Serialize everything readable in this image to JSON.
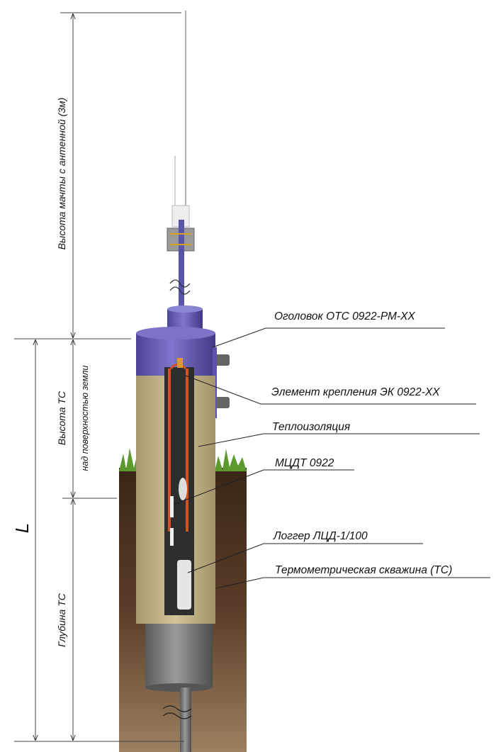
{
  "dimensions": {
    "mast_height": "Высота мачты с антенной (3м)",
    "tc_height": "Высота ТС",
    "tc_height_sub": "над поверхностью земли",
    "tc_depth": "Глубина ТС",
    "total_length": "L"
  },
  "callouts": [
    {
      "label": "Оголовок ОТС 0922-РМ-ХХ"
    },
    {
      "label": "Элемент крепления ЭК 0922-ХХ"
    },
    {
      "label": "Теплоизоляция"
    },
    {
      "label": "МЦДТ 0922"
    },
    {
      "label": "Логгер ЛЦД-1/100"
    },
    {
      "label": "Термометрическая скважина (ТС)"
    }
  ],
  "colors": {
    "head": "#6b64b8",
    "insulation": "#c9b98e",
    "casing": "#7d7d7d",
    "cable": "#d0521f",
    "soil": "#4a3020"
  }
}
